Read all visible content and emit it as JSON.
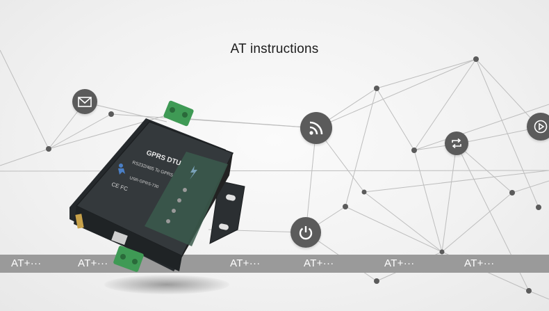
{
  "title": "AT instructions",
  "band": {
    "labels": [
      "AT+···",
      "AT+···",
      "AT+···",
      "AT+···",
      "AT+···",
      "AT+···"
    ]
  },
  "device": {
    "name": "GPRS DTU",
    "subtitle": "RS232/485 To GPRS",
    "model": "USR-GPRS-730",
    "marks": "CE FC"
  },
  "icons": [
    "mail-icon",
    "wifi-signal-icon",
    "sync-icon",
    "play-icon",
    "power-icon"
  ],
  "colors": {
    "icon_bg": "#5b5b5b",
    "band": "#9a9a9a",
    "device_body": "#2e3336",
    "device_panel": "#3b5a4c",
    "terminal": "#3f9a55"
  }
}
